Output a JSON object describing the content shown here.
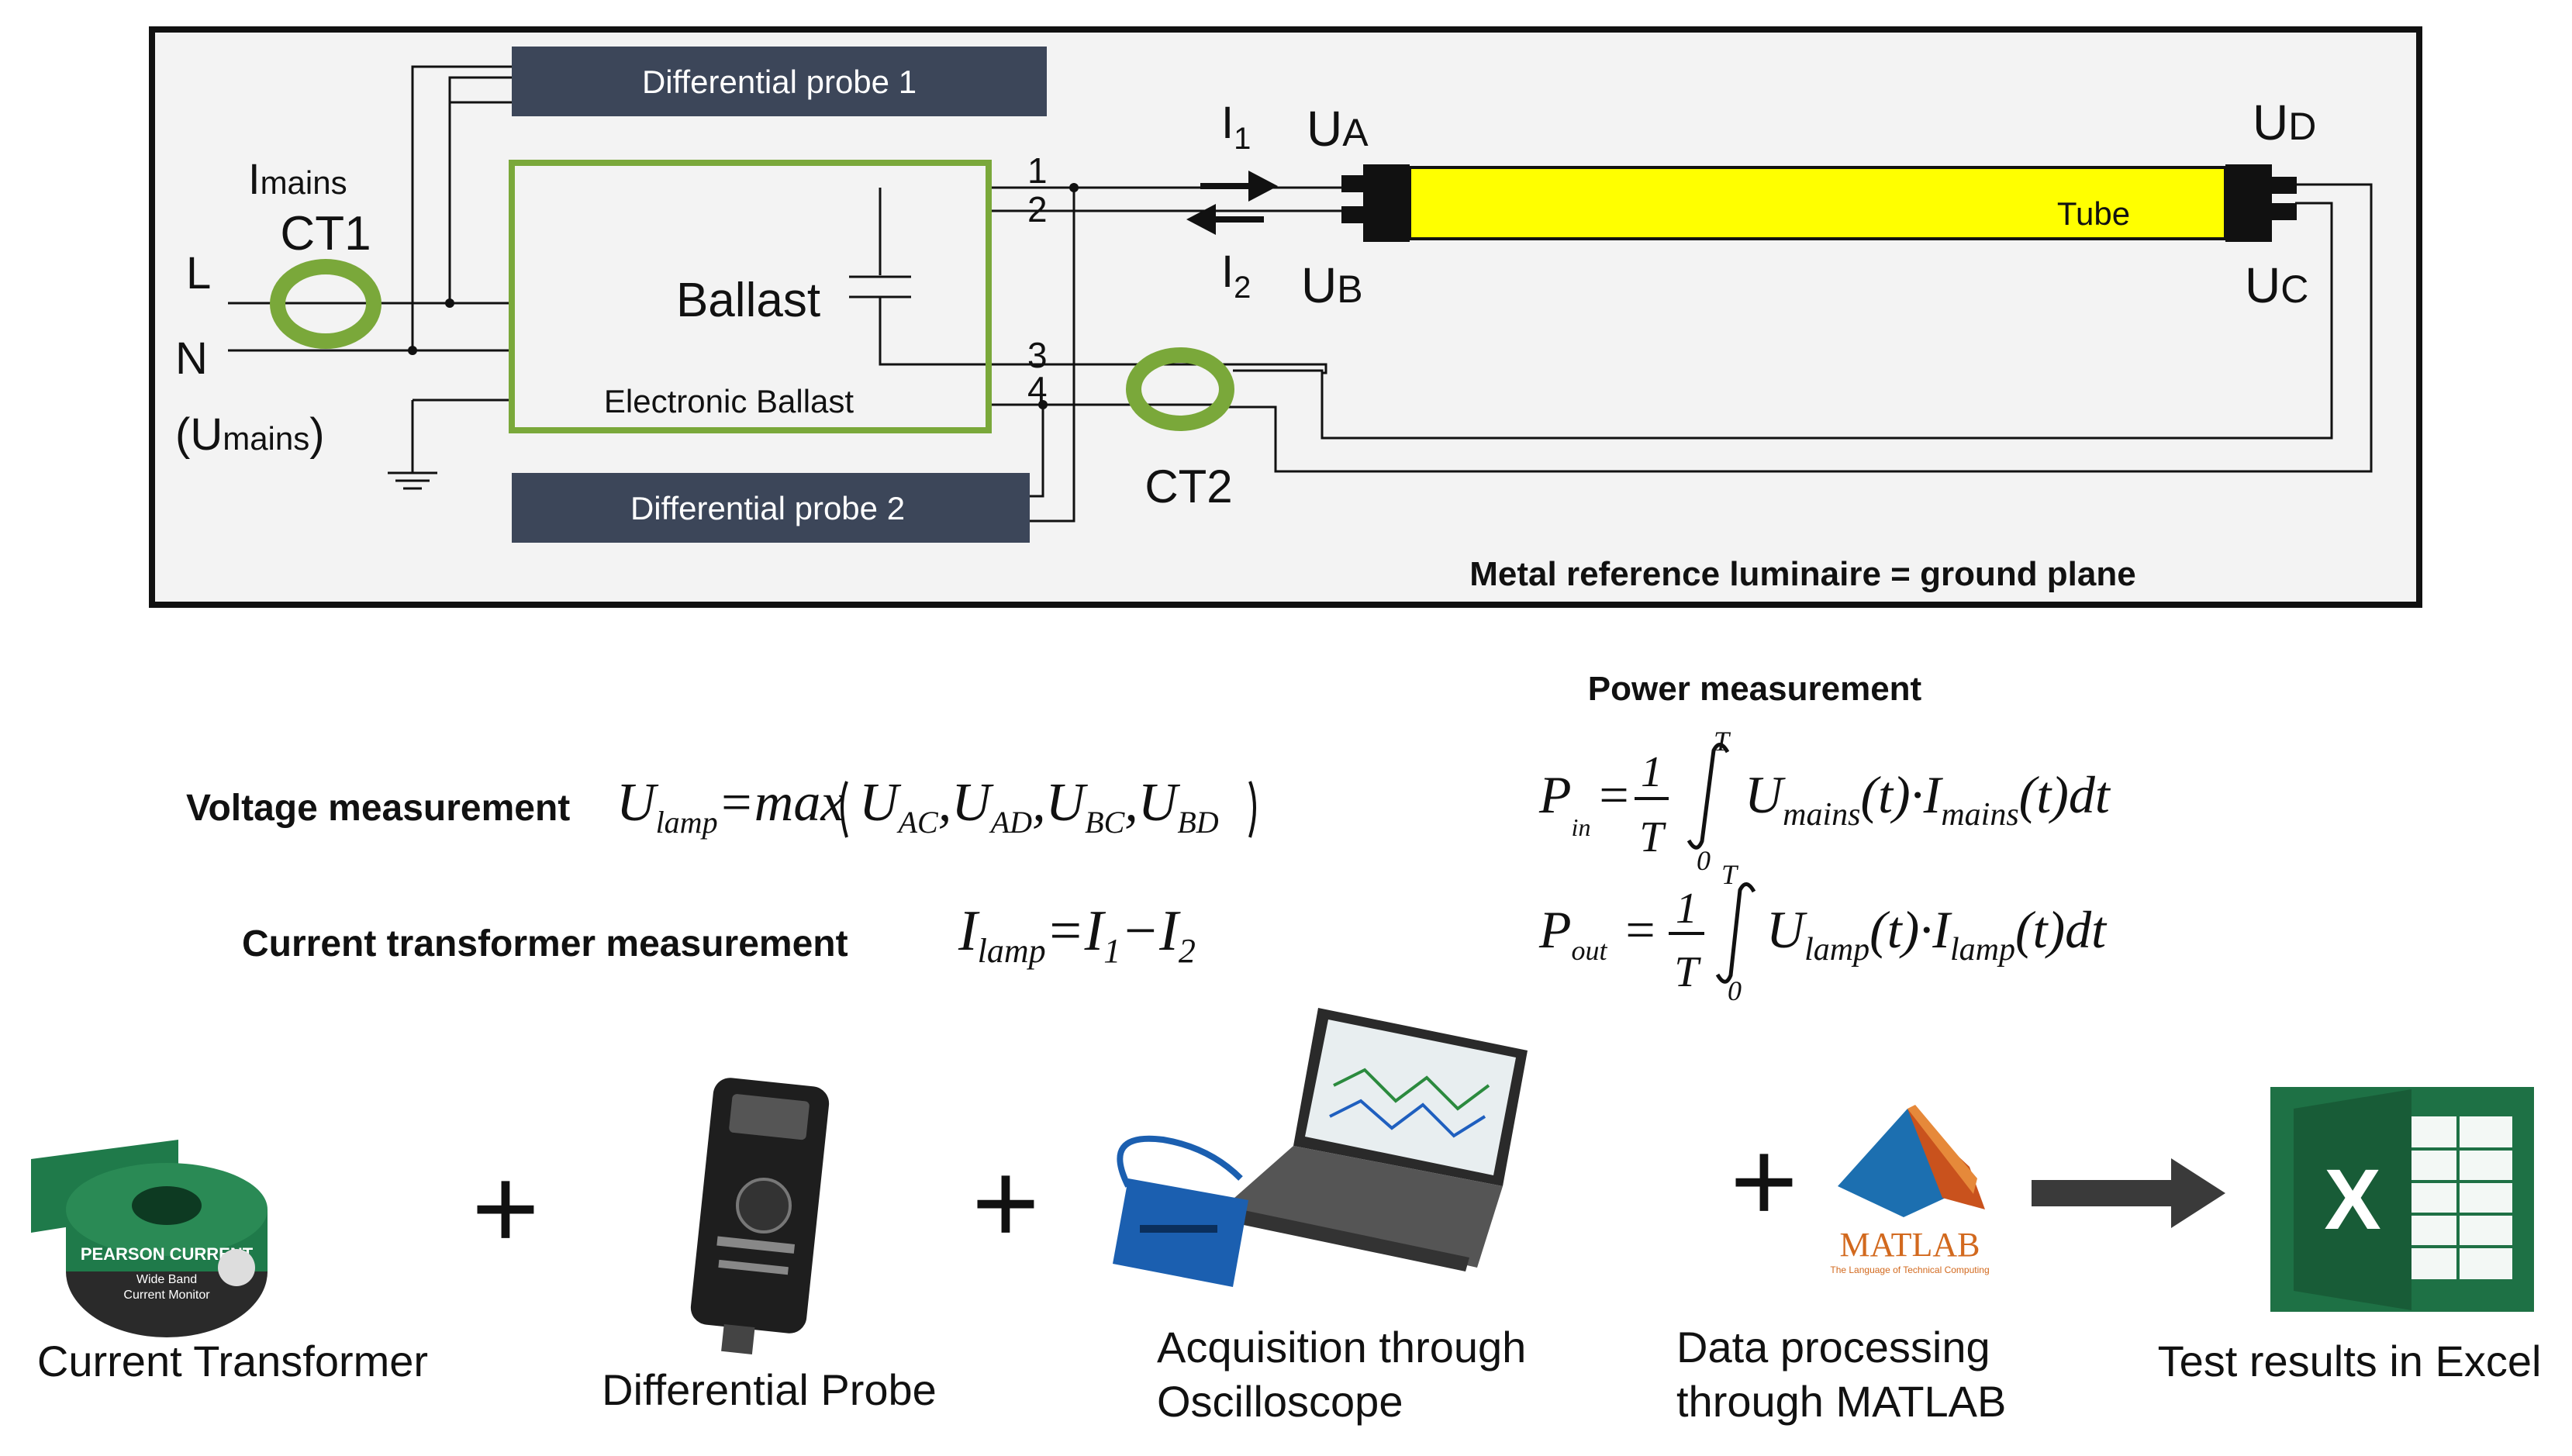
{
  "circuit": {
    "probe1_label": "Differential probe 1",
    "probe2_label": "Differential probe 2",
    "ballast_label": "Ballast",
    "electronic_ballast_label": "Electronic Ballast",
    "imains_main": "I",
    "imains_sub": "mains",
    "ct1_label": "CT1",
    "ct2_label": "CT2",
    "l_label": "L",
    "n_label": "N",
    "umains_open": "(U",
    "umains_sub": "mains",
    "umains_close": ")",
    "terminal_1": "1",
    "terminal_2": "2",
    "terminal_3": "3",
    "terminal_4": "4",
    "i1_main": "I",
    "i1_sub": "1",
    "i2_main": "I",
    "i2_sub": "2",
    "ua_main": "U",
    "ua_sub": "A",
    "ub_main": "U",
    "ub_sub": "B",
    "ud_main": "U",
    "ud_sub": "D",
    "uc_main": "U",
    "uc_sub": "C",
    "tube_label": "Tube",
    "ground_plane_label": "Metal reference luminaire = ground plane",
    "tube_color": "#ffff00",
    "ct_ring_color": "#7aa83a",
    "ballast_border_color": "#7aa83a",
    "probe_fill_color": "#3c4659"
  },
  "formulas": {
    "power_title": "Power measurement",
    "voltage_label": "Voltage measurement",
    "current_label": "Current transformer measurement",
    "u_lamp": "U",
    "lamp_sub": "lamp",
    "max_text": "=max",
    "u_ac_sub": "AC",
    "u_ad_sub": "AD",
    "u_bc_sub": "BC",
    "u_bd_sub": "BD",
    "i_lamp": "I",
    "i_eq": "=I",
    "i1_sub": "1",
    "minus_i": "−I",
    "i2_sub": "2",
    "p_in": "P",
    "in_sub": "in",
    "p_out": "P",
    "out_sub": "out",
    "frac_one": "1",
    "frac_t": "T",
    "int_upper": "T",
    "int_lower": "0",
    "u_mains": "U",
    "mains_sub": "mains",
    "i_mains": "I",
    "t_arg": "(t)",
    "dot": "·",
    "dt": "dt",
    "equals": "="
  },
  "workflow": {
    "plus": "+",
    "current_transformer": "Current Transformer",
    "differential_probe": "Differential Probe",
    "acquisition_line1": "Acquisition through",
    "acquisition_line2": "Oscilloscope",
    "processing_line1": "Data processing",
    "processing_line2": "through MATLAB",
    "results": "Test results in Excel",
    "pearson_brand": "PEARSON",
    "pearson_current": "CURRENT",
    "pearson_line1": "Wide Band",
    "pearson_line2": "Current Monitor",
    "matlab_logo_text": "MATLAB",
    "matlab_tagline": "The Language of Technical Computing",
    "excel_letter": "X",
    "pearson_color": "#1f7a4a",
    "excel_color": "#1e7145",
    "matlab_color": "#d2691e"
  }
}
